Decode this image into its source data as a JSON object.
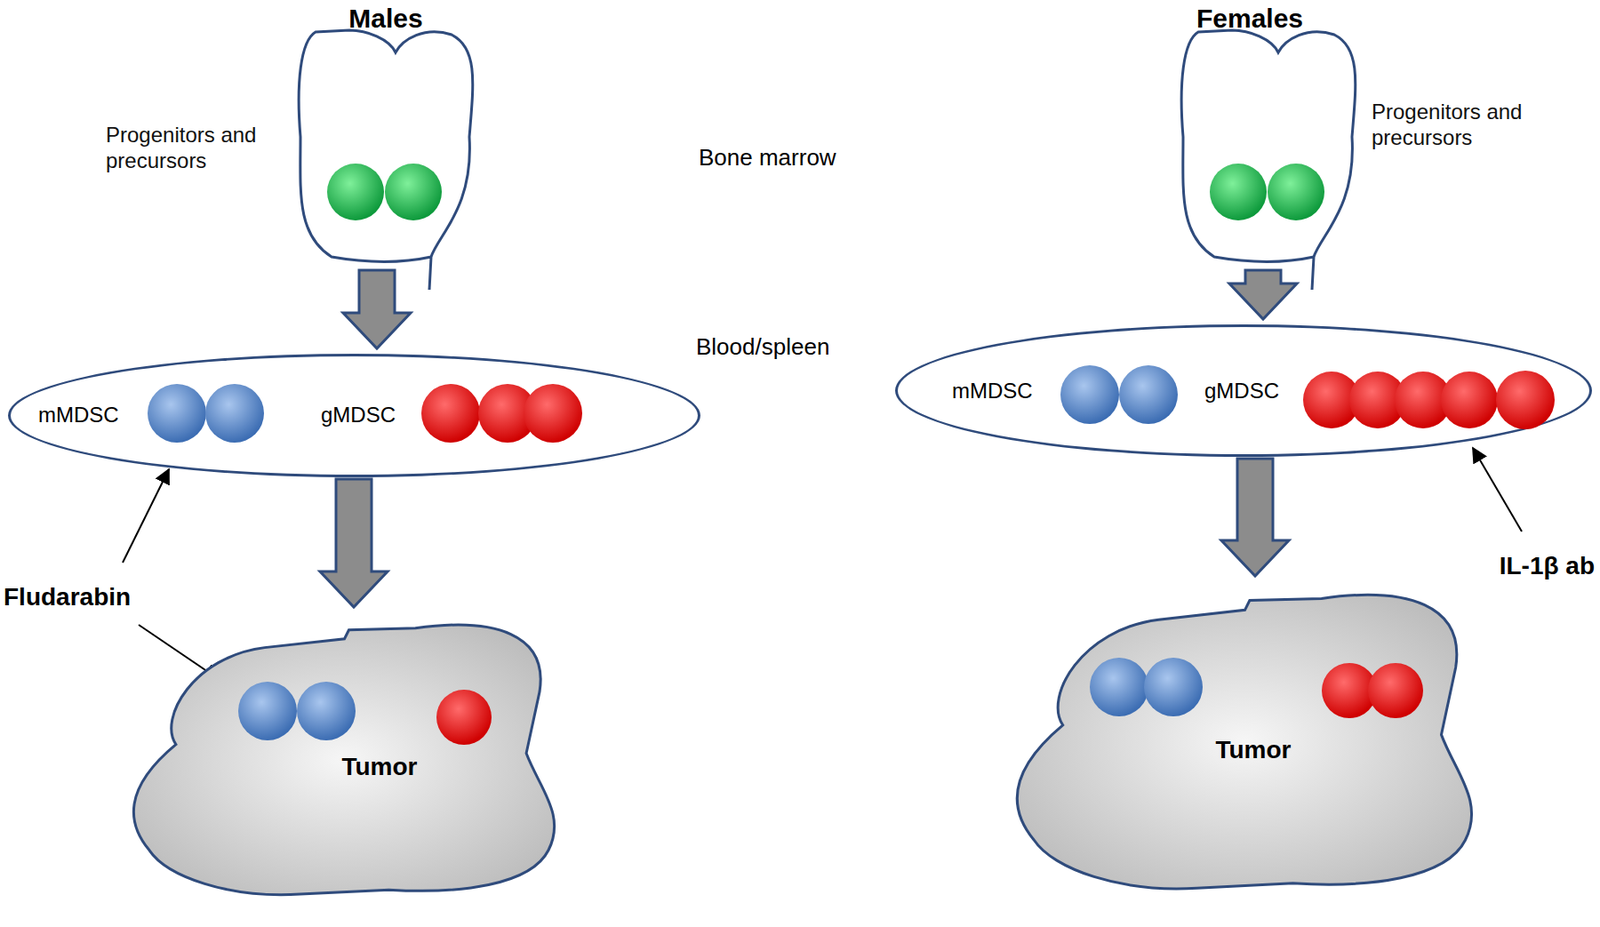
{
  "diagram": {
    "nodes": [
      {
        "text": [
          "Progenitors and precursors"
        ]
      },
      {
        "text": [
          "mMDSC",
          "gMDSC"
        ]
      },
      {
        "text": [
          "Tumor"
        ]
      },
      {
        "text": [
          "Progenitors and precursors"
        ]
      },
      {
        "text": [
          "mMDSC",
          "gMDSC"
        ]
      },
      {
        "text": [
          "Tumor"
        ]
      }
    ],
    "edges": [
      {
        "from": 0,
        "to": 1,
        "arrow": "to"
      },
      {
        "from": 1,
        "to": 2,
        "arrow": "to"
      },
      {
        "from": 3,
        "to": 4,
        "arrow": "to"
      },
      {
        "from": 4,
        "to": 5,
        "arrow": "to"
      }
    ],
    "labels": [
      "Males",
      "Females",
      "Bone marrow",
      "Blood/spleen",
      "Fludarabin",
      "IL-1β ab"
    ]
  }
}
